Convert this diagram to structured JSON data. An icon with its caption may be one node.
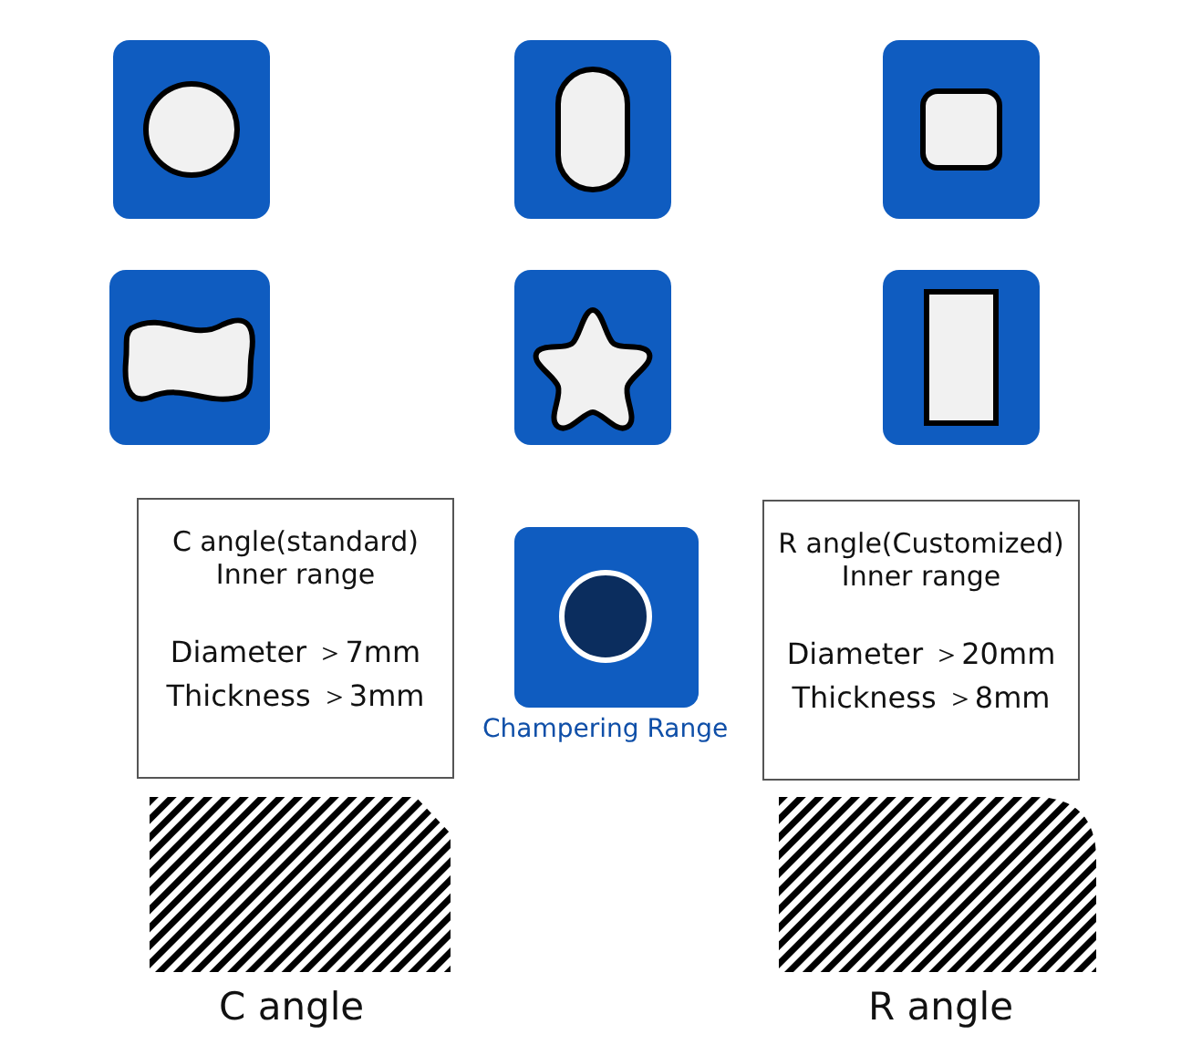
{
  "diagram": {
    "nodes": [
      {
        "text": [
          "C angle(standard) Inner range",
          "Diameter ＞7mm",
          "Thickness ＞3mm"
        ]
      },
      {
        "text": [
          "R angle(Customized) Inner range",
          "Diameter ＞20mm",
          "Thickness ＞8mm"
        ]
      }
    ],
    "labels": [
      "Champering Range",
      "C angle",
      "R angle"
    ]
  }
}
